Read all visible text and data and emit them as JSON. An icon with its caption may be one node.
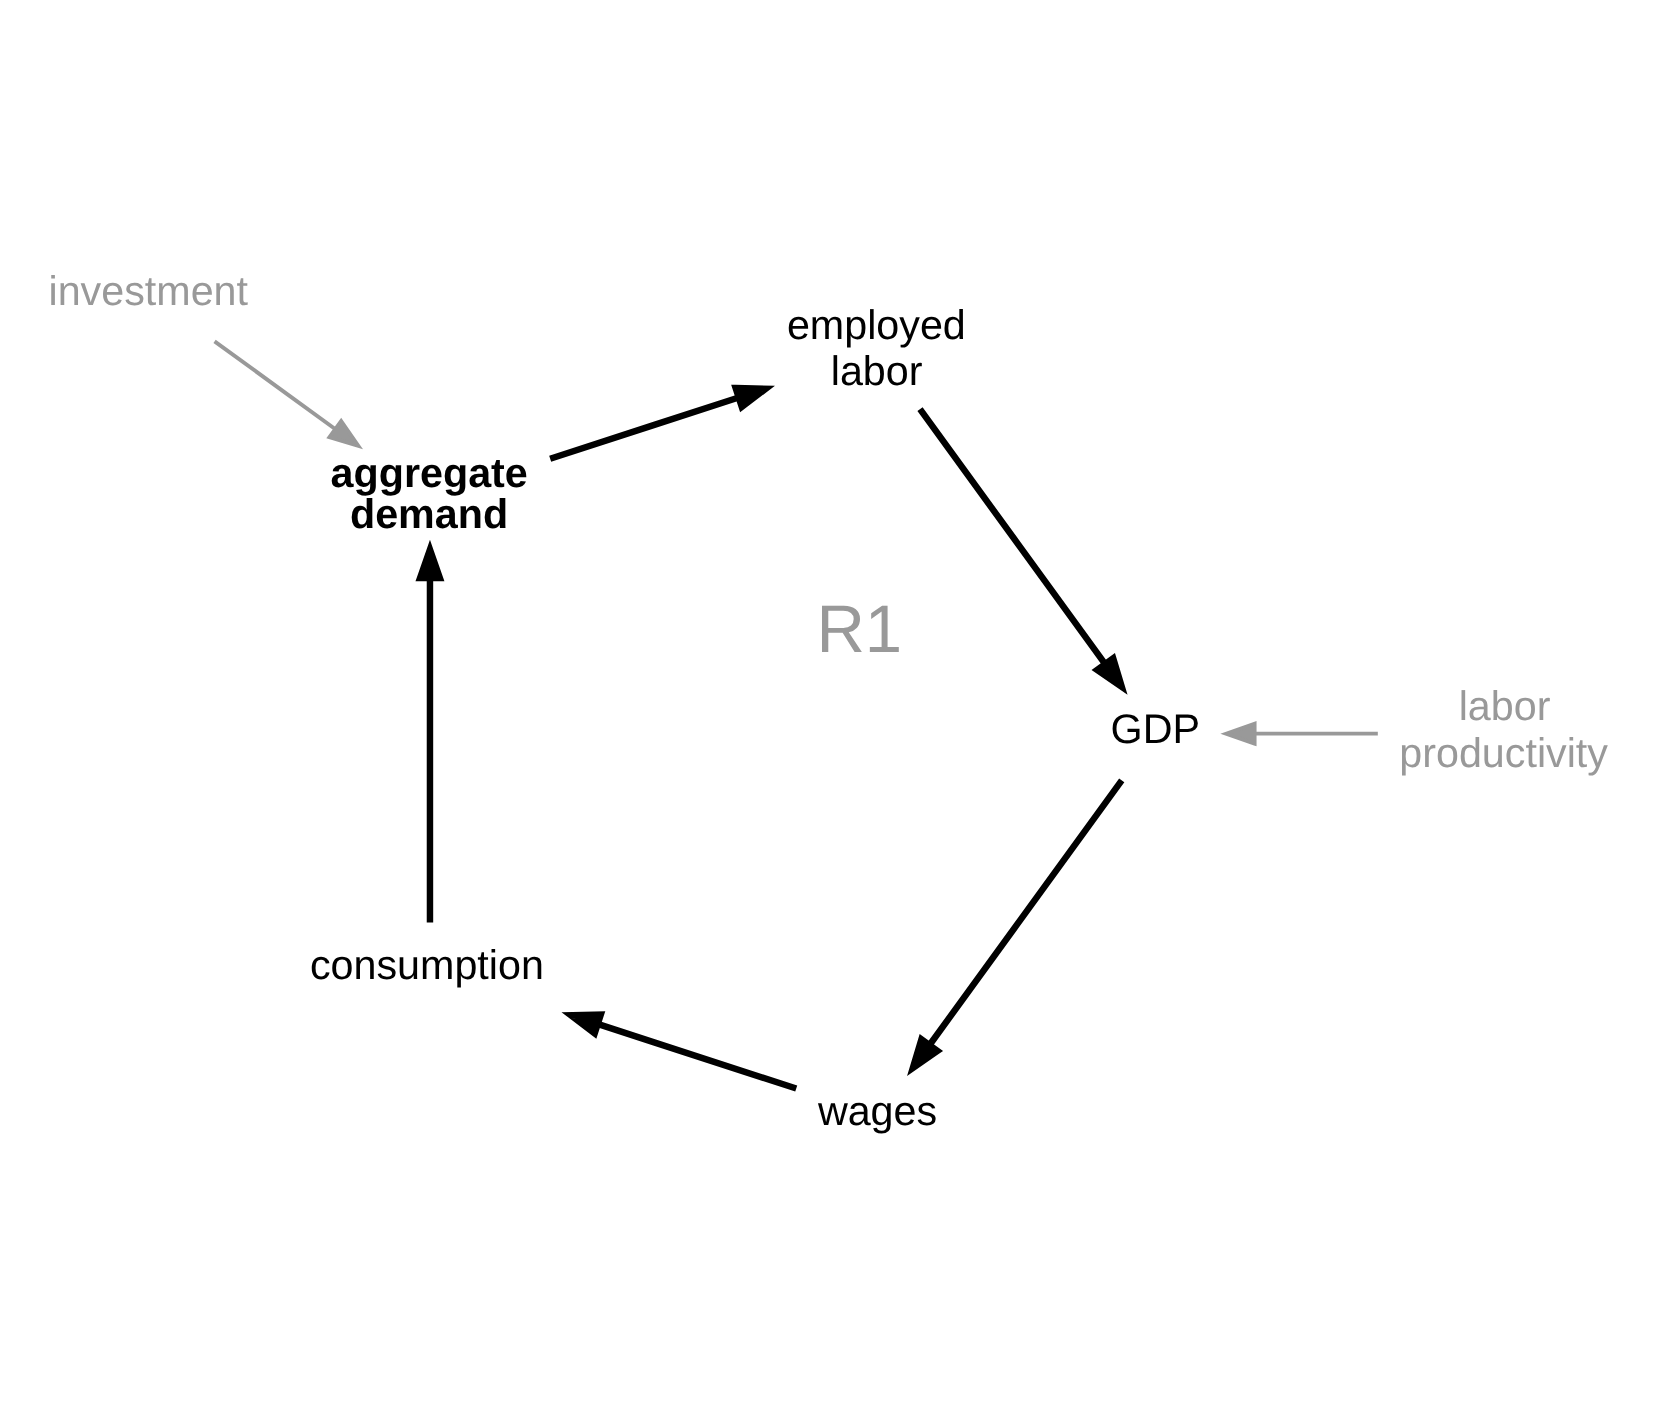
{
  "diagram": {
    "nodes": [
      {
        "text": [
          "wages"
        ]
      },
      {
        "text": [
          "consumption"
        ]
      },
      {
        "text": [
          "investment"
        ]
      },
      {
        "text": [
          "aggregate demand"
        ]
      },
      {
        "text": [
          "GDP"
        ]
      },
      {
        "text": [
          "employed labor"
        ]
      },
      {
        "text": [
          "labor productivity"
        ]
      }
    ],
    "edges": [
      {
        "from": 0,
        "to": 1,
        "arrow": "to"
      },
      {
        "from": 1,
        "to": 3,
        "arrow": "to"
      },
      {
        "from": 2,
        "to": 3,
        "arrow": "to",
        "color": "#999999"
      },
      {
        "from": 3,
        "to": 5,
        "arrow": "to"
      },
      {
        "from": 5,
        "to": 4,
        "arrow": "to"
      },
      {
        "from": 6,
        "to": 4,
        "arrow": "to",
        "color": "#999999"
      },
      {
        "from": 4,
        "to": 0,
        "arrow": "to"
      }
    ],
    "labels": [
      "R1"
    ]
  }
}
